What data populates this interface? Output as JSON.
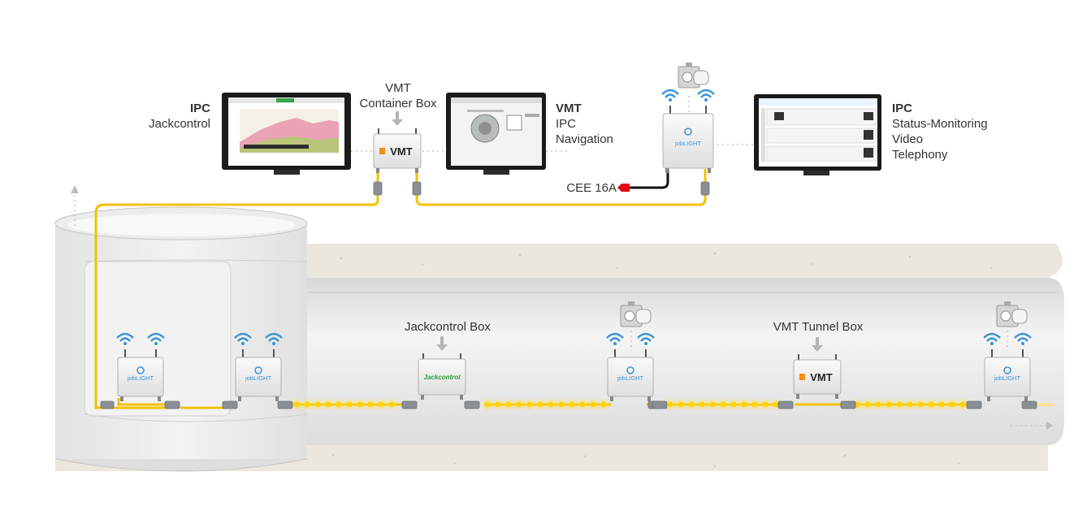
{
  "top_labels": {
    "ipc_jackcontrol": {
      "title": "IPC",
      "subtitle": "Jackcontrol"
    },
    "vmt_container": {
      "line1": "VMT",
      "line2": "Container Box"
    },
    "vmt_ipc_navigation": {
      "title": "VMT",
      "line1": "IPC",
      "line2": "Navigation"
    },
    "ipc_status": {
      "title": "IPC",
      "line1": "Status-Monitoring",
      "line2": "Video",
      "line3": "Telephony"
    },
    "power": "CEE 16A"
  },
  "tunnel_labels": {
    "jackcontrol_box": "Jackcontrol Box",
    "vmt_tunnel_box": "VMT Tunnel Box"
  },
  "device_texts": {
    "vmt_logo": "VMT",
    "joblight": "jobLIGHT",
    "jackcontrol": "Jackcontrol"
  },
  "colors": {
    "cable": "#f2c200",
    "light": "#ffd200",
    "wifi": "#3a93d6",
    "vmt_orange": "#f29100",
    "jackcontrol_green": "#2a9a3a",
    "power_red": "#e30613",
    "tunnel": "#e8e8e8",
    "ground": "#ece7de"
  }
}
